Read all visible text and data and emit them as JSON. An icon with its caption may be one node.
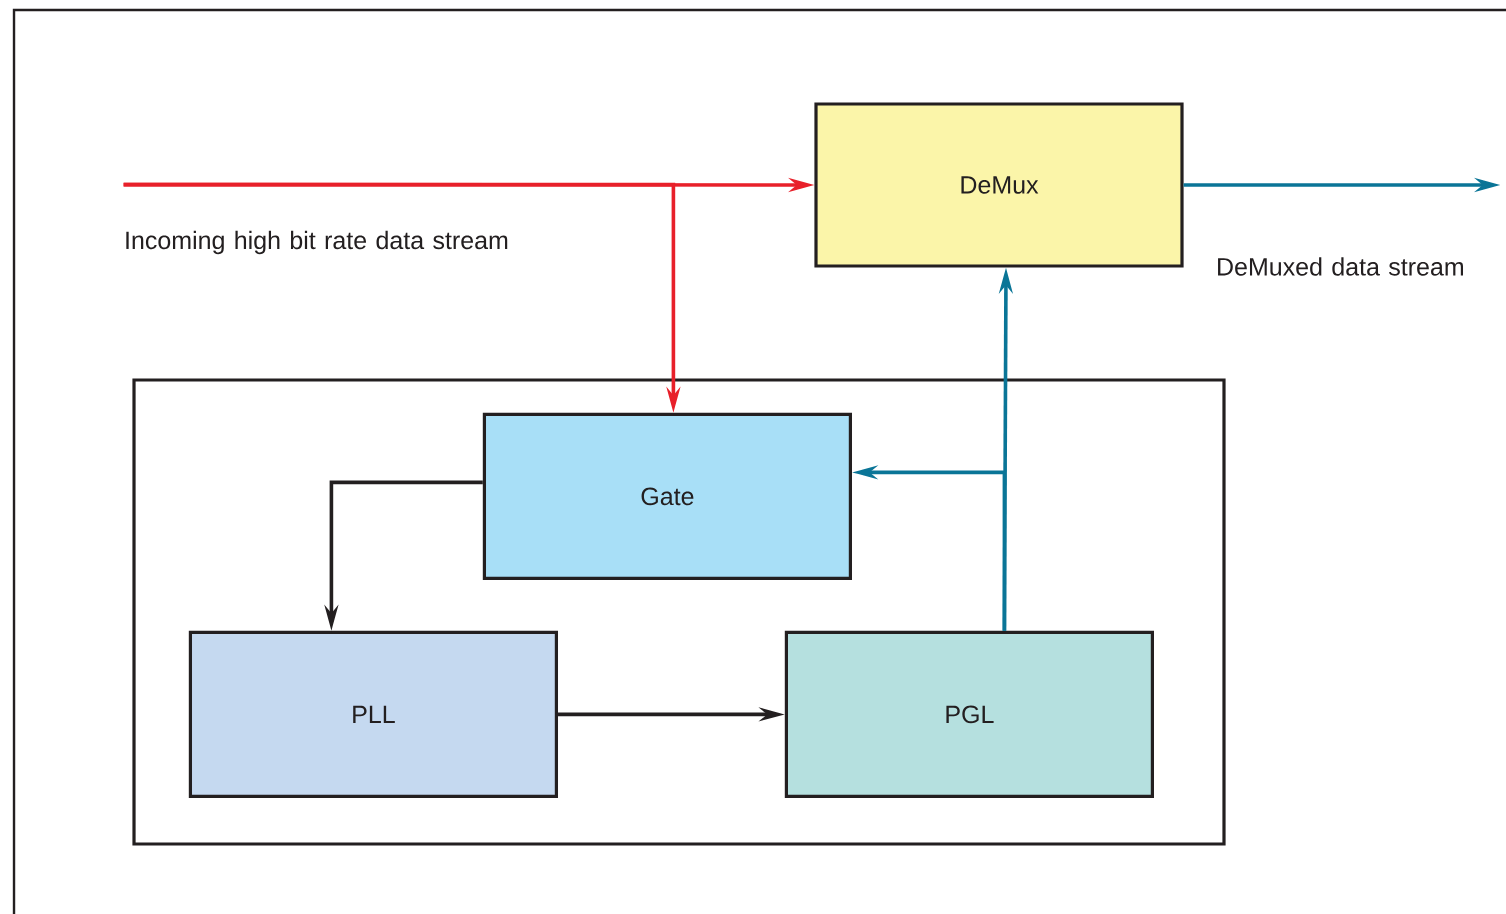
{
  "diagram": {
    "nodes": [
      {
        "text": [
          "Incoming high bit rate data stream"
        ]
      },
      {
        "text": [
          "DeMux"
        ]
      },
      {
        "text": [
          "DeMuxed data stream"
        ]
      },
      {
        "text": [],
        "shape": "box"
      },
      {
        "text": [
          "Gate"
        ],
        "in": 3
      },
      {
        "text": [
          "PLL"
        ],
        "in": 3
      },
      {
        "text": [
          "PGL"
        ],
        "in": 3
      }
    ],
    "edges": [
      {
        "from": 0,
        "to": 1,
        "arrow": "to",
        "color": "#e8202a"
      },
      {
        "from": 0,
        "to": 4,
        "arrow": "to",
        "color": "#e8202a"
      },
      {
        "from": 1,
        "to": 2,
        "arrow": "to",
        "color": "#0a7597"
      },
      {
        "from": 6,
        "to": 1,
        "arrow": "to",
        "color": "#0a7597"
      },
      {
        "from": 6,
        "to": 4,
        "arrow": "to",
        "color": "#0a7597"
      },
      {
        "from": 4,
        "to": 5,
        "arrow": "to",
        "color": "#231f20"
      },
      {
        "from": 5,
        "to": 6,
        "arrow": "to",
        "color": "#231f20"
      }
    ]
  }
}
